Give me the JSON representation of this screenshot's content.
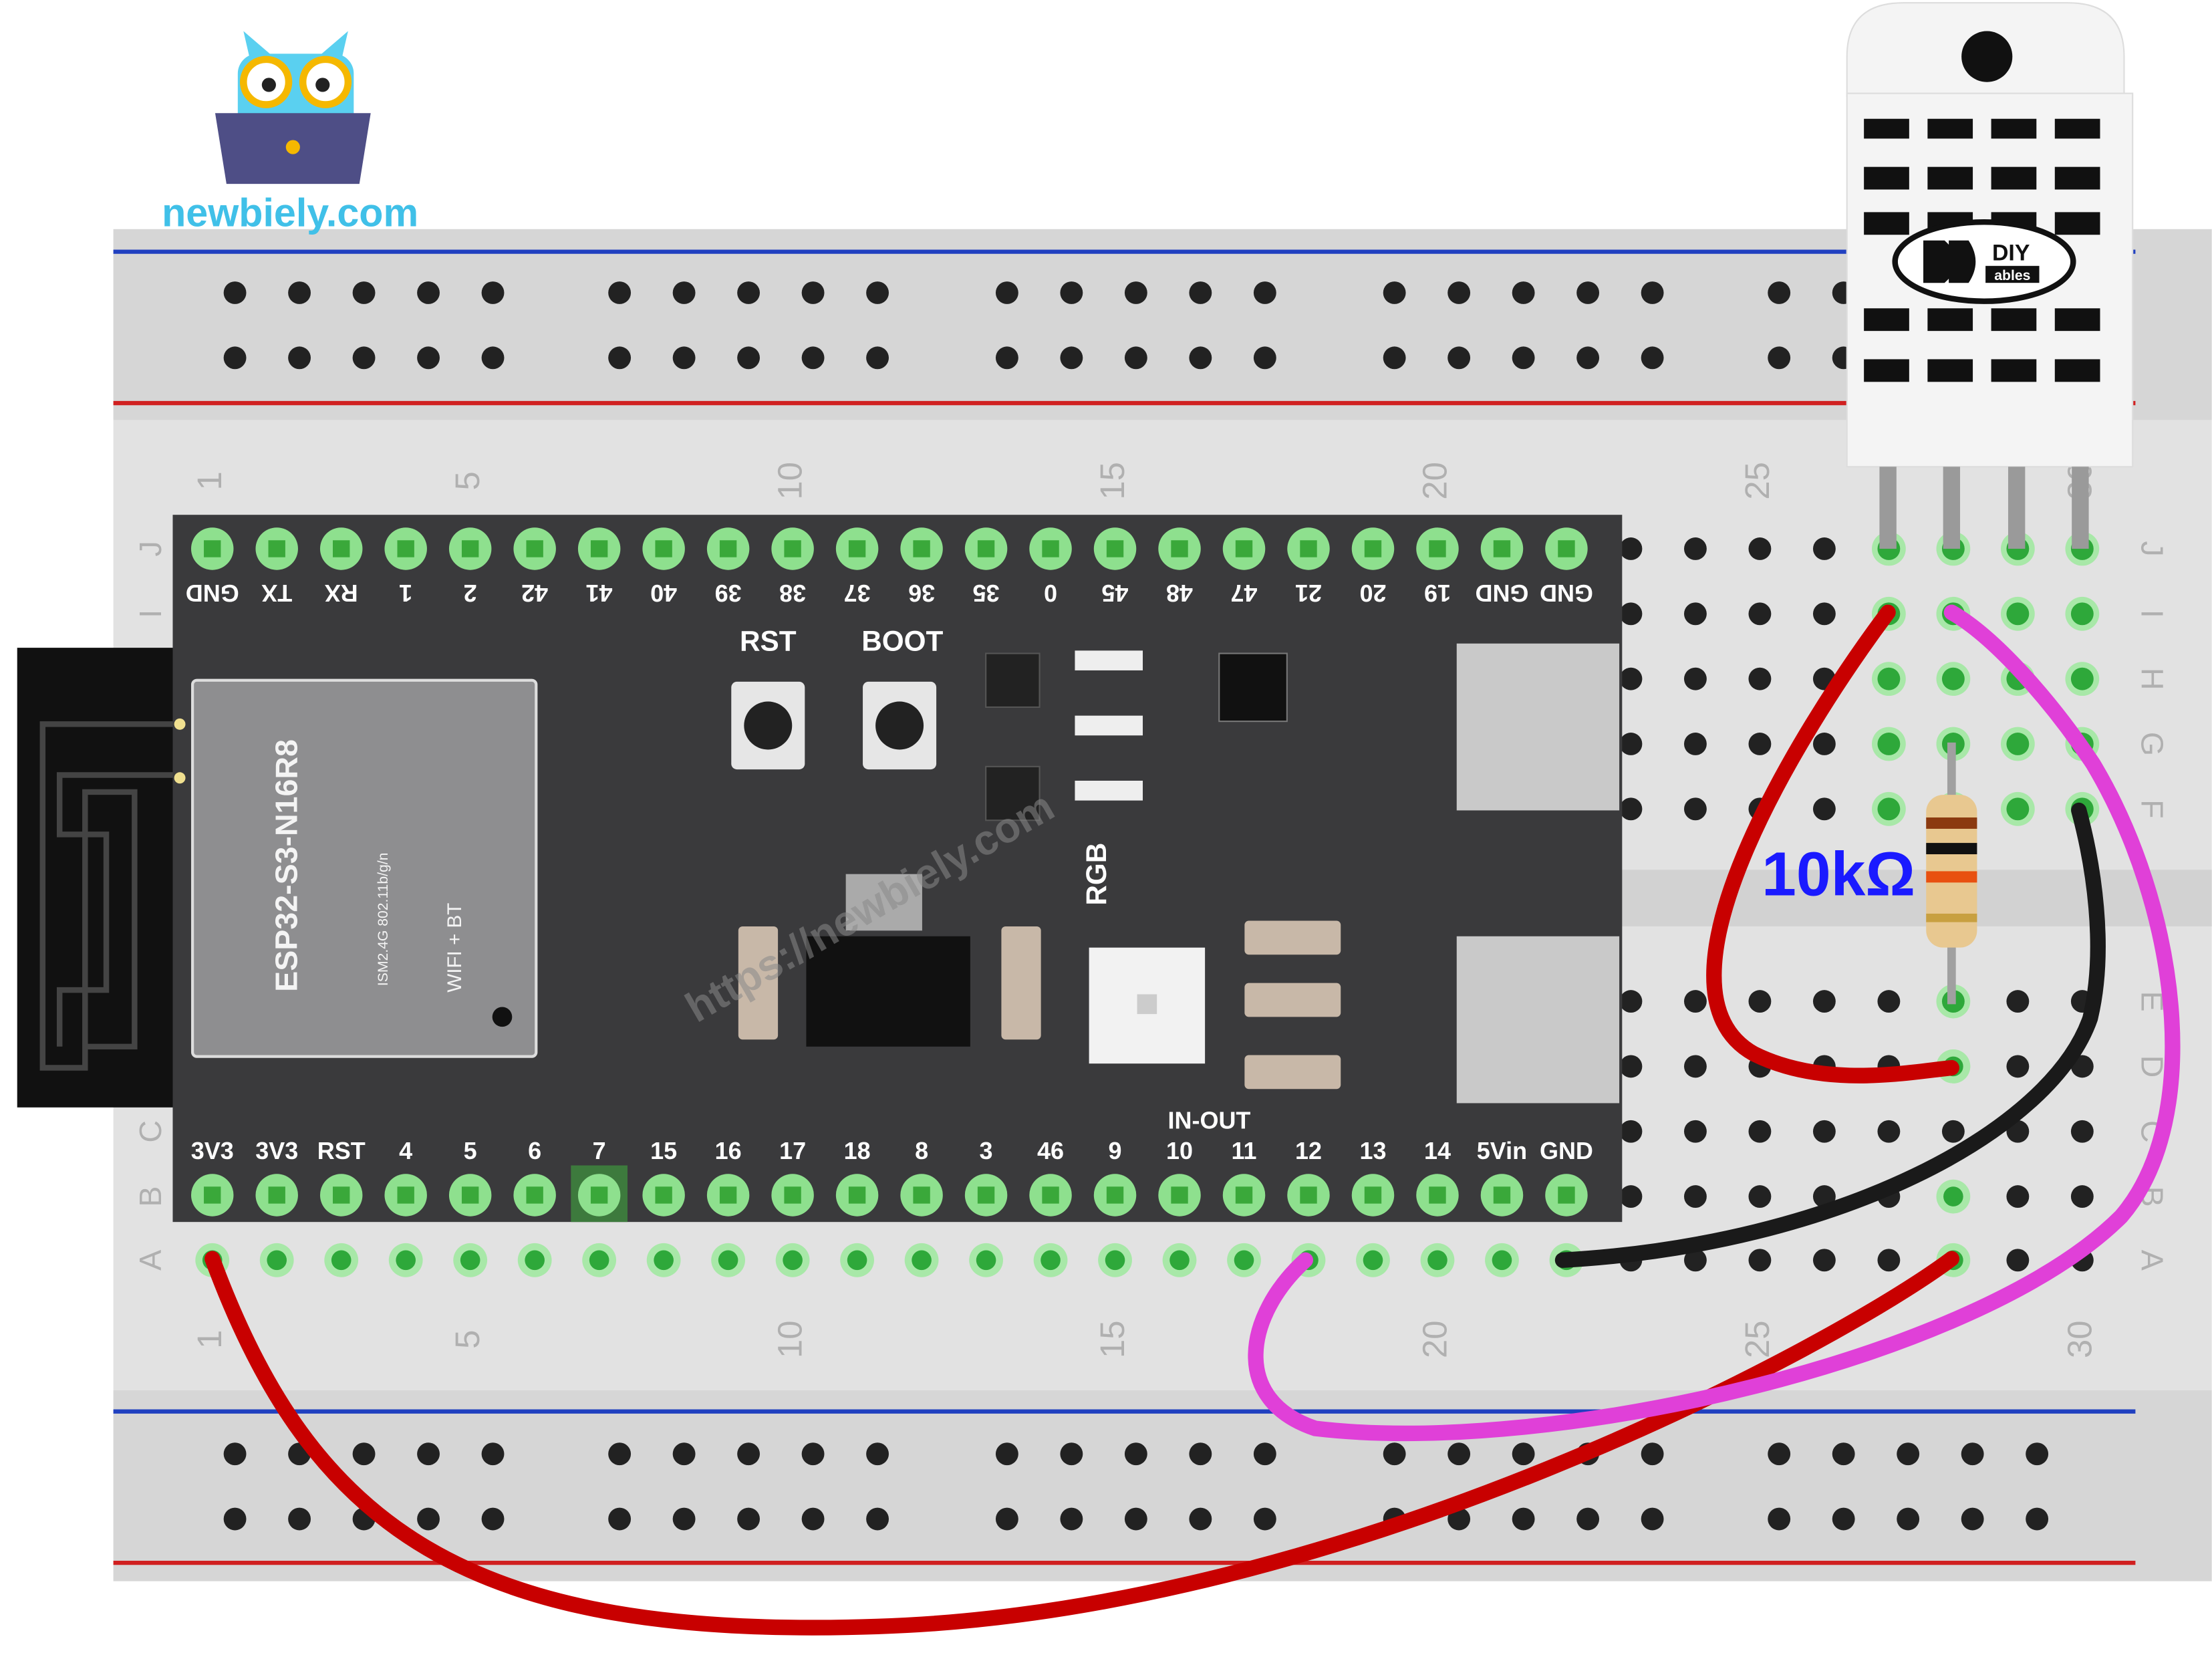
{
  "brand": {
    "site": "newbiely.com",
    "watermark": "https://newbiely.com"
  },
  "esp32": {
    "module_name": "ESP32-S3-N16R8",
    "module_spec": "ISM2.4G 802.11b/g/n",
    "module_feature": "WIFI + BT",
    "rst_label": "RST",
    "boot_label": "BOOT",
    "rgb_label": "RGB",
    "inout_label": "IN-OUT",
    "top_pins": [
      "GND",
      "TX",
      "RX",
      "1",
      "2",
      "42",
      "41",
      "40",
      "39",
      "38",
      "37",
      "36",
      "35",
      "0",
      "45",
      "48",
      "47",
      "21",
      "20",
      "19",
      "GND",
      "GND"
    ],
    "bottom_pins": [
      "3V3",
      "3V3",
      "RST",
      "4",
      "5",
      "6",
      "7",
      "15",
      "16",
      "17",
      "18",
      "8",
      "3",
      "46",
      "9",
      "10",
      "11",
      "12",
      "13",
      "14",
      "5Vin",
      "GND"
    ]
  },
  "breadboard": {
    "row_letters_top": [
      "J",
      "I",
      "H",
      "G",
      "F"
    ],
    "row_letters_bottom": [
      "E",
      "D",
      "C",
      "B",
      "A"
    ],
    "column_numbers": [
      "1",
      "5",
      "10",
      "15",
      "20",
      "25",
      "30"
    ]
  },
  "sensor": {
    "brand_top": "DIY",
    "brand_bottom": "ables"
  },
  "resistor": {
    "label": "10kΩ"
  },
  "colors": {
    "wire_red": "#c80000",
    "wire_black": "#1a1a1a",
    "wire_magenta": "#e040d8",
    "rail_blue": "#2040c0",
    "rail_red": "#d02020",
    "board": "#3a3a3c",
    "resistor_label": "#1a1aff"
  }
}
